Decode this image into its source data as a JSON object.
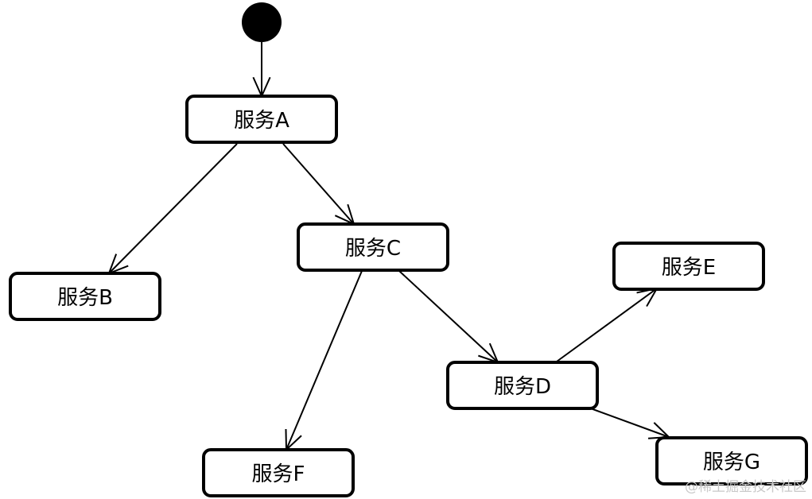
{
  "nodes": [
    {
      "id": "A",
      "label": "服务A"
    },
    {
      "id": "B",
      "label": "服务B"
    },
    {
      "id": "C",
      "label": "服务C"
    },
    {
      "id": "D",
      "label": "服务D"
    },
    {
      "id": "E",
      "label": "服务E"
    },
    {
      "id": "F",
      "label": "服务F"
    },
    {
      "id": "G",
      "label": "服务G"
    }
  ],
  "edges": [
    {
      "from": "start",
      "to": "A"
    },
    {
      "from": "A",
      "to": "B"
    },
    {
      "from": "A",
      "to": "C"
    },
    {
      "from": "C",
      "to": "F"
    },
    {
      "from": "C",
      "to": "D"
    },
    {
      "from": "D",
      "to": "E"
    },
    {
      "from": "D",
      "to": "G"
    }
  ],
  "watermark": "@稀土掘金技术社区",
  "colors": {
    "stroke": "#000000",
    "fill": "#ffffff",
    "watermark": "#c8c8c8"
  }
}
